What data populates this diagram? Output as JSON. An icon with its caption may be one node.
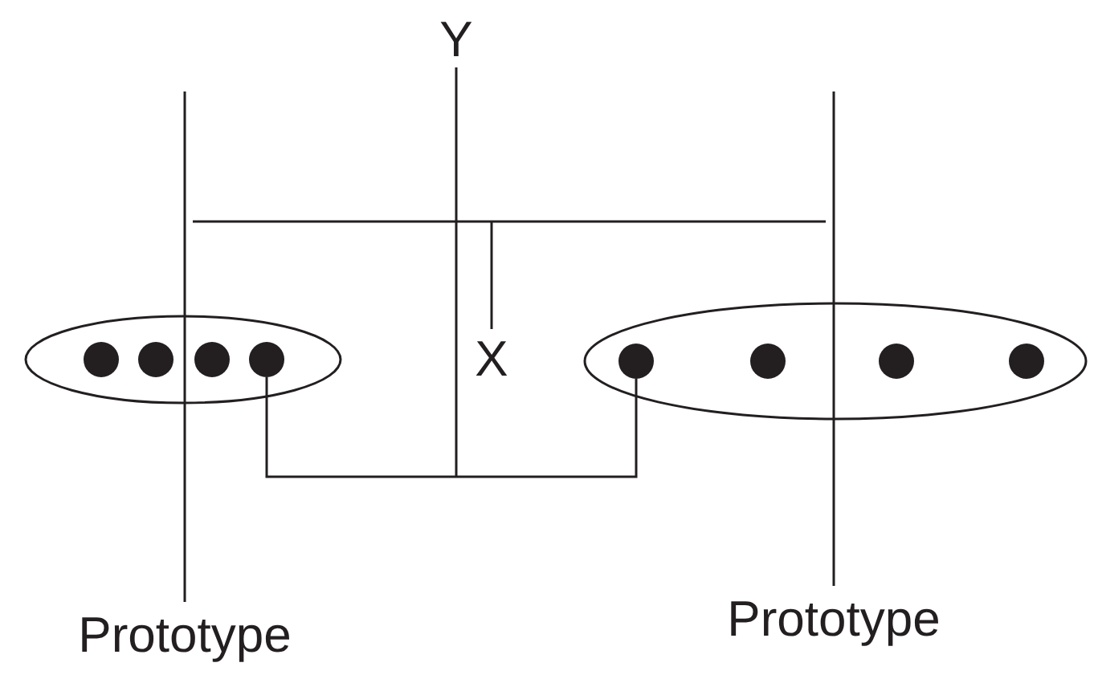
{
  "diagram": {
    "nodes": [
      {
        "text": [],
        "shape": "ellipse"
      },
      {
        "text": [],
        "shape": "circle",
        "in": 0
      },
      {
        "text": [],
        "shape": "circle",
        "in": 0
      },
      {
        "text": [],
        "shape": "circle",
        "in": 0
      },
      {
        "text": [],
        "shape": "circle",
        "in": 0
      },
      {
        "text": [],
        "shape": "ellipse"
      },
      {
        "text": [],
        "shape": "circle",
        "in": 5
      },
      {
        "text": [],
        "shape": "circle",
        "in": 5
      },
      {
        "text": [],
        "shape": "circle",
        "in": 5
      },
      {
        "text": [],
        "shape": "circle",
        "in": 5
      },
      {
        "text": [
          "Y"
        ]
      },
      {
        "text": [
          "X"
        ]
      },
      {
        "text": [
          "Prototype"
        ]
      },
      {
        "text": [
          "Prototype"
        ]
      }
    ],
    "edges": [
      {
        "from": 4,
        "to": 6,
        "arrow": "none"
      },
      {
        "from": 10,
        "to": null,
        "arrow": "none"
      },
      {
        "from": null,
        "to": 11,
        "arrow": "none"
      },
      {
        "from": 12,
        "to": null,
        "arrow": "none"
      },
      {
        "from": 13,
        "to": null,
        "arrow": "none"
      }
    ]
  }
}
